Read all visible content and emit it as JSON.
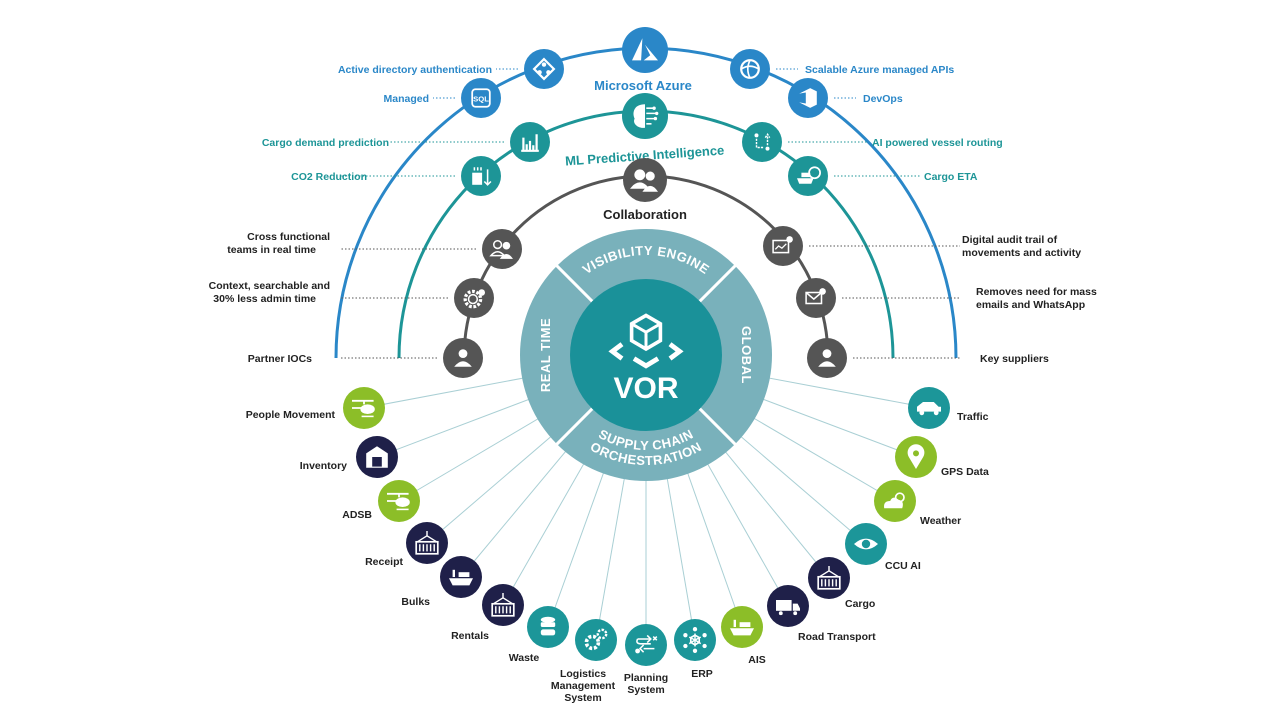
{
  "colors": {
    "azure": "#2a87c8",
    "ml": "#1d9597",
    "collab": "#555555",
    "ring": "#79b1bb",
    "core": "#1a9199",
    "green": "#8cbe28",
    "navy": "#1f2049",
    "teal_node": "#1c9699"
  },
  "core": {
    "title": "VOR",
    "icon": "cube-platform-icon",
    "segments": [
      {
        "label": "VISIBILITY ENGINE",
        "position": "top"
      },
      {
        "label": "GLOBAL",
        "position": "right"
      },
      {
        "label": "SUPPLY CHAIN",
        "label2": "ORCHESTRATION",
        "position": "bottom"
      },
      {
        "label": "REAL TIME",
        "position": "left"
      }
    ]
  },
  "arcs": {
    "azure": {
      "title": "Microsoft Azure",
      "icon": "azure-logo-icon",
      "left": [
        {
          "label": "Active directory authentication",
          "icon": "active-directory-icon"
        },
        {
          "label": "Managed",
          "icon": "sql-database-icon",
          "badge": "SQL"
        }
      ],
      "right": [
        {
          "label": "Scalable Azure managed APIs",
          "icon": "api-globe-icon"
        },
        {
          "label": "DevOps",
          "icon": "devops-icon"
        }
      ]
    },
    "ml": {
      "title": "ML Predictive Intelligence",
      "icon": "brain-circuit-icon",
      "left": [
        {
          "label": "Cargo demand prediction",
          "icon": "bar-chart-icon"
        },
        {
          "label": "CO2 Reduction",
          "icon": "power-plant-icon"
        }
      ],
      "right": [
        {
          "label": "AI powered vessel routing",
          "icon": "route-icon"
        },
        {
          "label": "Cargo ETA",
          "icon": "ship-clock-icon"
        }
      ]
    },
    "collab": {
      "title": "Collaboration",
      "icon": "users-icon",
      "left": [
        {
          "label": "Cross functional",
          "label2": "teams in real time",
          "icon": "team-icon"
        },
        {
          "label": "Context, searchable and",
          "label2": "30% less admin time",
          "icon": "gear-clock-icon"
        },
        {
          "label": "Partner IOCs",
          "icon": "user-icon"
        }
      ],
      "right": [
        {
          "label": "Digital audit trail of",
          "label2": "movements and activity",
          "icon": "audit-chart-icon"
        },
        {
          "label": "Removes need for mass",
          "label2": "emails and WhatsApp",
          "icon": "mail-remove-icon"
        },
        {
          "label": "Key suppliers",
          "icon": "user-icon"
        }
      ]
    }
  },
  "sources": [
    {
      "label": "People Movement",
      "color": "green",
      "icon": "helicopter-icon"
    },
    {
      "label": "Inventory",
      "color": "navy",
      "icon": "warehouse-icon"
    },
    {
      "label": "ADSB",
      "color": "green",
      "icon": "helicopter-icon"
    },
    {
      "label": "Receipt",
      "color": "navy",
      "icon": "container-icon"
    },
    {
      "label": "Bulks",
      "color": "navy",
      "icon": "ship-icon"
    },
    {
      "label": "Rentals",
      "color": "navy",
      "icon": "container-icon"
    },
    {
      "label": "Waste",
      "color": "teal_node",
      "icon": "database-icon"
    },
    {
      "label": "Logistics",
      "label2": "Management",
      "label3": "System",
      "color": "teal_node",
      "icon": "gears-icon"
    },
    {
      "label": "Planning",
      "label2": "System",
      "color": "teal_node",
      "icon": "planning-icon"
    },
    {
      "label": "ERP",
      "color": "teal_node",
      "icon": "network-hub-icon"
    },
    {
      "label": "AIS",
      "color": "green",
      "icon": "ship-icon"
    },
    {
      "label": "Road Transport",
      "color": "navy",
      "icon": "truck-icon"
    },
    {
      "label": "Cargo",
      "color": "navy",
      "icon": "container-icon"
    },
    {
      "label": "CCU AI",
      "color": "teal_node",
      "icon": "eye-icon"
    },
    {
      "label": "Weather",
      "color": "green",
      "icon": "weather-icon"
    },
    {
      "label": "GPS Data",
      "color": "green",
      "icon": "map-pin-icon"
    },
    {
      "label": "Traffic",
      "color": "teal_node",
      "icon": "car-icon"
    }
  ]
}
